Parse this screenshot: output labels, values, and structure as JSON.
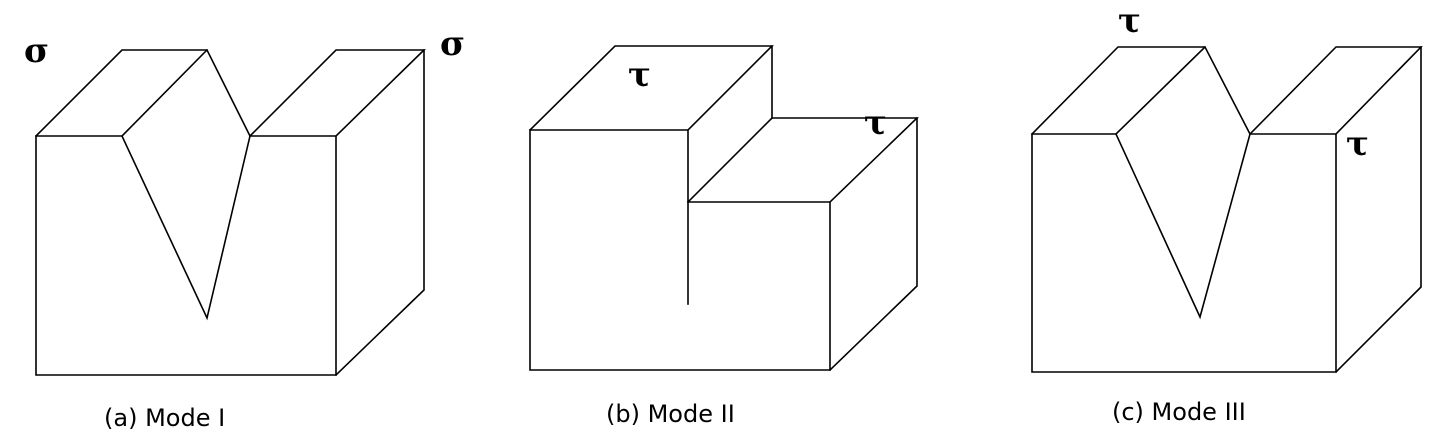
{
  "panels": [
    {
      "caption": "(a) Mode I",
      "stress_symbols": [
        "σ",
        "σ"
      ]
    },
    {
      "caption": "(b) Mode II",
      "stress_symbols": [
        "τ",
        "τ"
      ]
    },
    {
      "caption": "(c) Mode III",
      "stress_symbols": [
        "τ",
        "τ"
      ]
    }
  ]
}
